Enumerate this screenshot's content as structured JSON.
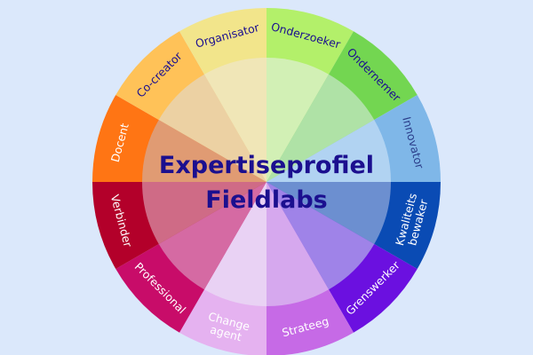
{
  "title": {
    "line1": "Expertiseprofiel",
    "line2": "Fieldlabs"
  },
  "segments": [
    {
      "label": "Onderzoeker",
      "outer_color": "#b3f06a",
      "inner_color": "#d2f0b5",
      "label_color": "#1b0f8f"
    },
    {
      "label": "Ondernemer",
      "outer_color": "#73d651",
      "inner_color": "#afe2a6",
      "label_color": "#1b0f8f"
    },
    {
      "label": "Innovator",
      "outer_color": "#7fb7e8",
      "inner_color": "#b1d3f2",
      "label_color": "#2c3e8a"
    },
    {
      "label": "Kwaliteits bewaker",
      "outer_color": "#0a4bb4",
      "inner_color": "#6c8fd0",
      "label_color": "#ffffff"
    },
    {
      "label": "Grenswerker",
      "outer_color": "#6b10e0",
      "inner_color": "#9f83e8",
      "label_color": "#ffffff"
    },
    {
      "label": "Strateeg",
      "outer_color": "#c66ae6",
      "inner_color": "#d6a8ee",
      "label_color": "#ffffff"
    },
    {
      "label": "Change agent",
      "outer_color": "#e5b2f0",
      "inner_color": "#e9d2f4",
      "label_color": "#ffffff"
    },
    {
      "label": "Professional",
      "outer_color": "#c80c69",
      "inner_color": "#d56aa3",
      "label_color": "#ffffff"
    },
    {
      "label": "Verbinder",
      "outer_color": "#b3002a",
      "inner_color": "#cf6b86",
      "label_color": "#ffffff"
    },
    {
      "label": "Docent",
      "outer_color": "#ff7514",
      "inner_color": "#e09b73",
      "label_color": "#ffffff"
    },
    {
      "label": "Co-creator",
      "outer_color": "#ffc258",
      "inner_color": "#ecd1a3",
      "label_color": "#1b0f8f"
    },
    {
      "label": "Organisator",
      "outer_color": "#f2e58b",
      "inner_color": "#f0e6b7",
      "label_color": "#1b0f8f"
    }
  ]
}
